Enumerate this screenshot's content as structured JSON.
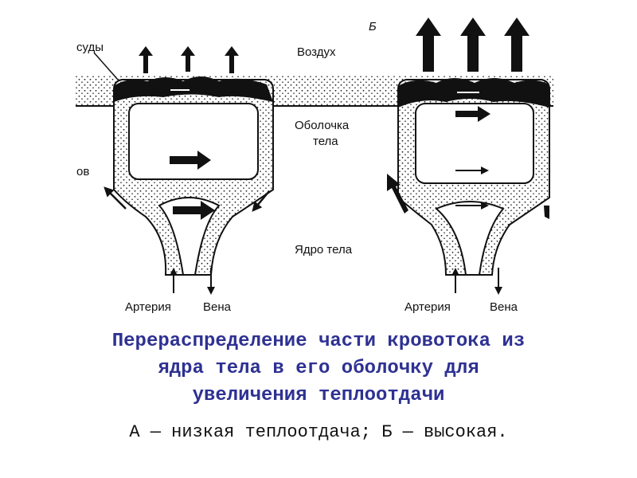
{
  "diagram": {
    "panel_b_letter": "Б",
    "label_air": "Воздух",
    "label_shell": [
      "Оболочка",
      "тела"
    ],
    "label_core": "Ядро тела",
    "label_cut_top": "суды",
    "label_cut_left": "ов",
    "label_artery_a": "Артерия",
    "label_vein_a": "Вена",
    "label_artery_b": "Артерия",
    "label_vein_b": "Вена"
  },
  "caption": {
    "lines": [
      "Перераспределение части кровотока из",
      "ядра тела в его оболочку для",
      "увеличения теплоотдачи"
    ],
    "legend": "А — низкая теплоотдача; Б — высокая."
  }
}
